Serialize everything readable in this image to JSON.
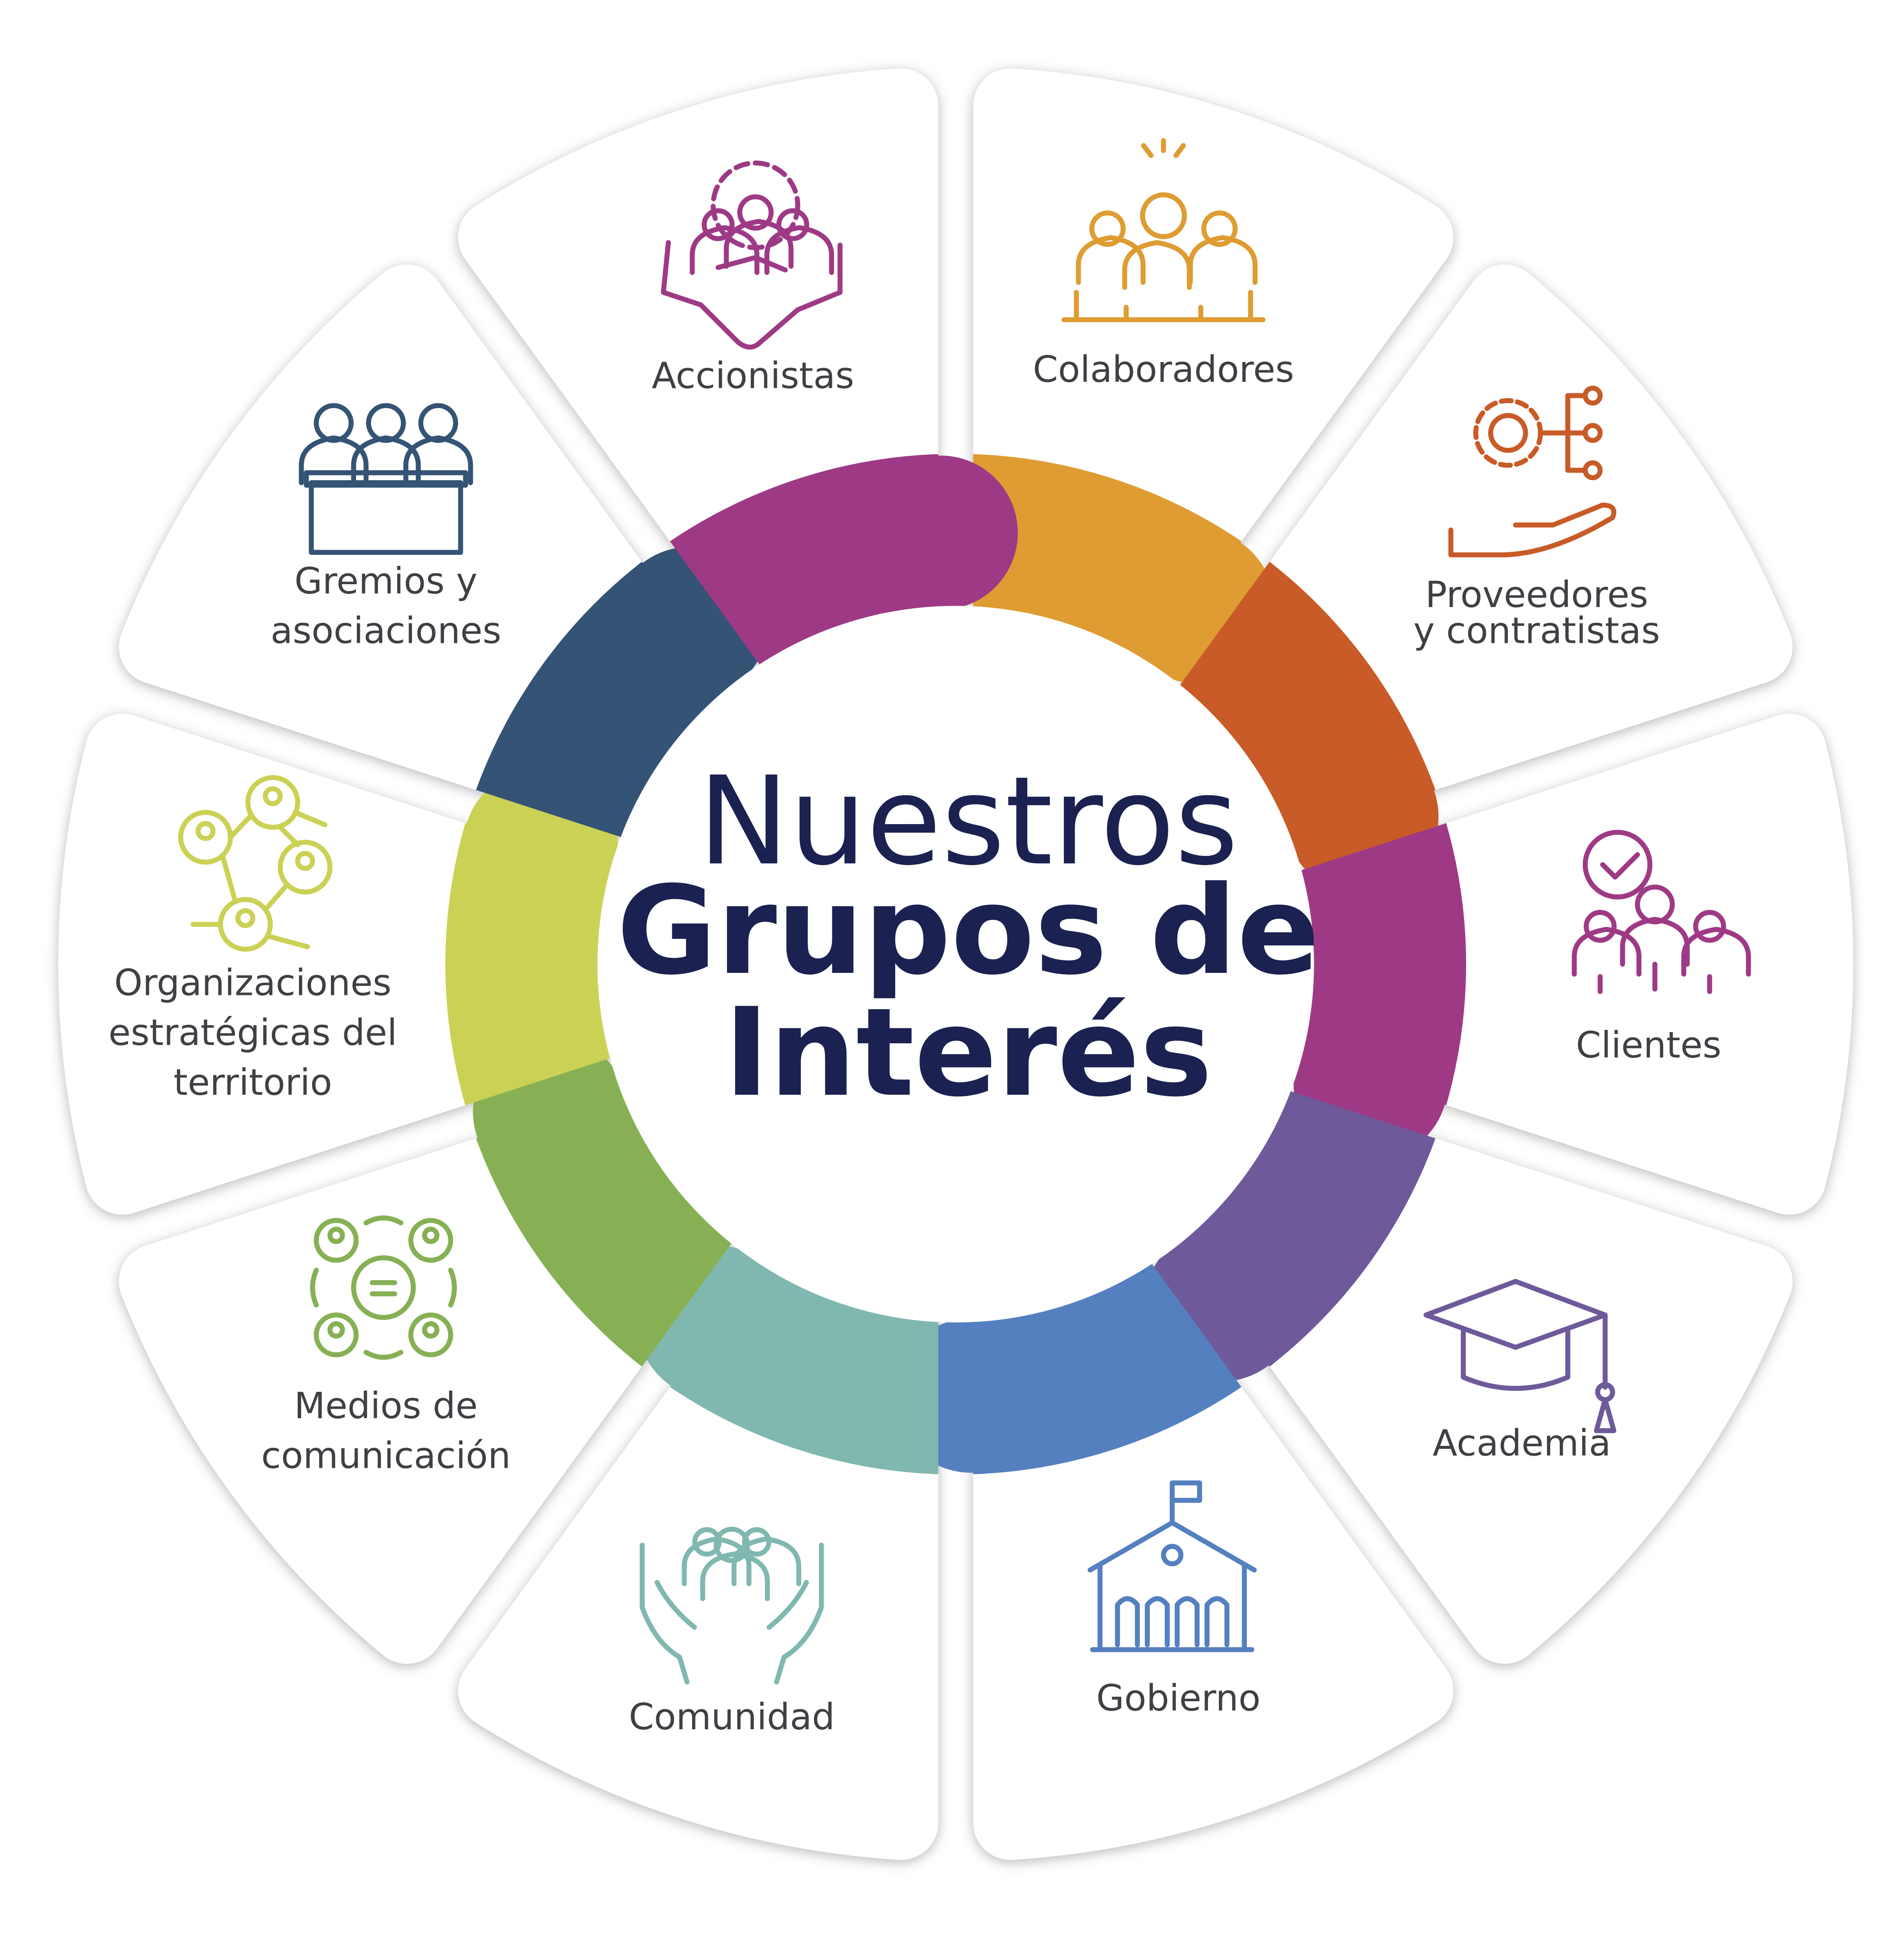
{
  "center": {
    "line1": "Nuestros",
    "line2": "Grupos de",
    "line3": "Interés",
    "color": "#1b2150"
  },
  "groups": [
    {
      "label": [
        "Colaboradores"
      ],
      "icon": "team-icon",
      "color": "#de9c33"
    },
    {
      "label": [
        "Proveedores",
        "y contratistas"
      ],
      "icon": "gear-hand-network-icon",
      "color": "#c85b27"
    },
    {
      "label": [
        "Clientes"
      ],
      "icon": "clients-check-icon",
      "color": "#9e3a85"
    },
    {
      "label": [
        "Academia"
      ],
      "icon": "graduation-cap-icon",
      "color": "#6e5a9a"
    },
    {
      "label": [
        "Gobierno"
      ],
      "icon": "government-building-icon",
      "color": "#5580c0"
    },
    {
      "label": [
        "Comunidad"
      ],
      "icon": "community-hands-icon",
      "color": "#80b8b0"
    },
    {
      "label": [
        "Medios de",
        "comunicación"
      ],
      "icon": "media-communication-icon",
      "color": "#87b055"
    },
    {
      "label": [
        "Organizaciones",
        "estratégicas del",
        "territorio"
      ],
      "icon": "network-people-icon",
      "color": "#cbd155"
    },
    {
      "label": [
        "Gremios y",
        "asociaciones"
      ],
      "icon": "panel-people-icon",
      "color": "#345375"
    },
    {
      "label": [
        "Accionistas"
      ],
      "icon": "handshake-gear-icon",
      "color": "#9e3a85"
    }
  ]
}
